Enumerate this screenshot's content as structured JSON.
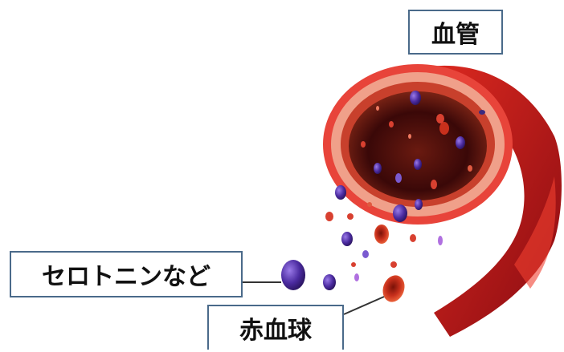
{
  "labels": {
    "vessel": "血管",
    "serotonin": "セロトニンなど",
    "red_blood_cell": "赤血球"
  },
  "colors": {
    "vessel_wall": "#c0141c",
    "vessel_inner": "#f0a08a",
    "lumen": "#3a0808",
    "serotonin": "#4b2ba0",
    "red_blood_cell": "#c8301c",
    "label_border": "#4a6a8a"
  }
}
